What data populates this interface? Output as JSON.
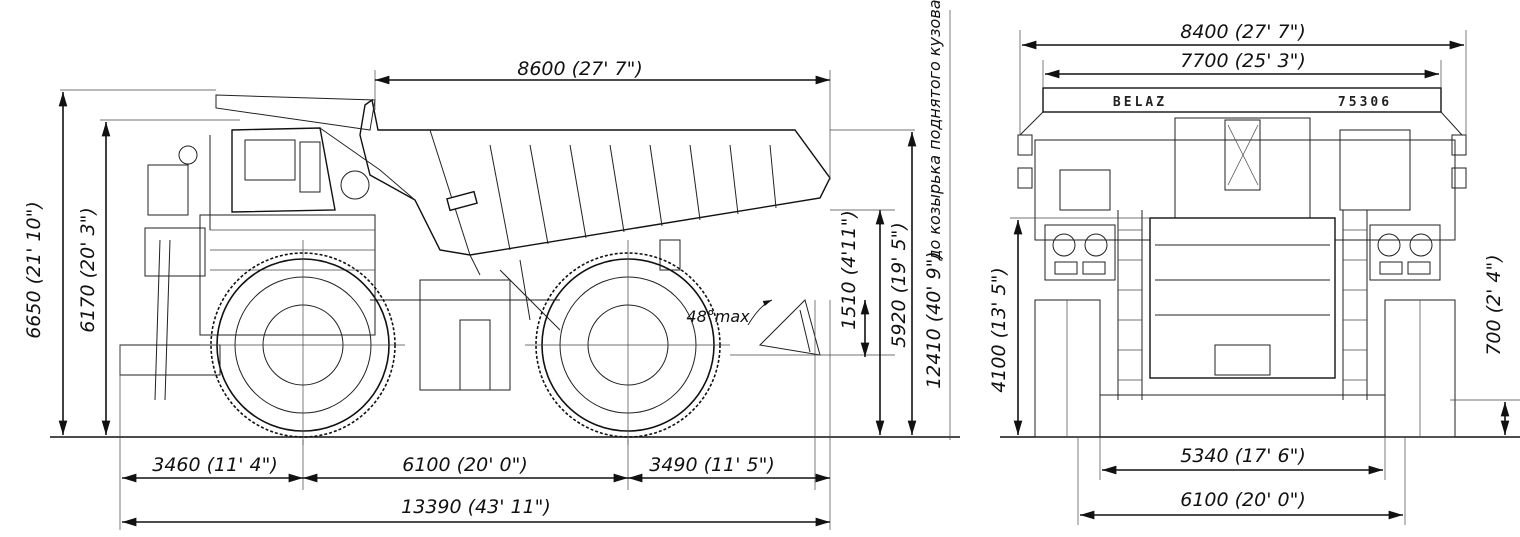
{
  "side_view": {
    "dim_body_length": "8600 (27' 7\")",
    "dim_height_total": "6650 (21' 10\")",
    "dim_height_cab": "6170 (20' 3\")",
    "dim_raised_overhang": "1510 (4'11\")",
    "dim_height_raised": "5920 (19' 5\")",
    "dim_height_max": "12410 (40' 9\")",
    "note_raised_body": "до козырька поднятого кузова",
    "note_angle": "48°max",
    "dim_front_overhang": "3460 (11' 4\")",
    "dim_wheelbase": "6100 (20' 0\")",
    "dim_rear_overhang": "3490 (11' 5\")",
    "dim_total_length": "13390 (43' 11\")"
  },
  "front_view": {
    "dim_width_total": "8400 (27' 7\")",
    "dim_width_body": "7700 (25' 3\")",
    "dim_platform_height": "4100 (13' 5\")",
    "dim_ground_clearance": "700 (2' 4\")",
    "dim_front_track": "5340 (17' 6\")",
    "dim_rear_track": "6100 (20' 0\")",
    "brand_logo": "BELAZ",
    "model_logo": "75306"
  }
}
